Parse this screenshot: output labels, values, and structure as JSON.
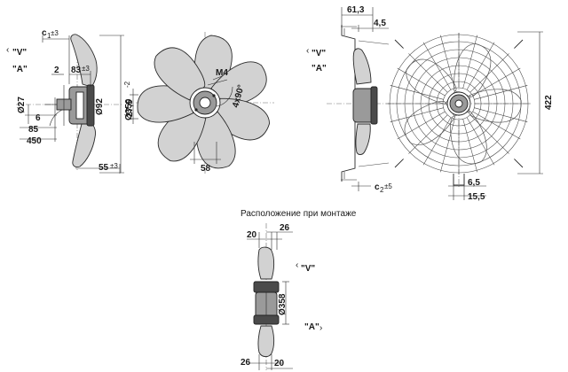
{
  "labels": {
    "c1": "c",
    "c1_sub": "1",
    "c1_tol": "±3",
    "V_left": "\"V\"",
    "A_left": "\"A\"",
    "dim_2": "2",
    "dim_83": "83",
    "dim_83_tol": "±3",
    "dim_27": "Ø27",
    "dim_6": "6",
    "dim_85": "85",
    "dim_450": "450",
    "dim_92": "Ø92",
    "dim_350": "Ø350",
    "dim_350_tol": "-2",
    "dim_55": "55",
    "dim_55_tol": "±3",
    "dim_27_5": "27,5",
    "dim_M4": "M4",
    "dim_4x90": "4x90°",
    "dim_58": "58",
    "dim_61_3": "61,3",
    "dim_4_5": "4,5",
    "V_right": "\"V\"",
    "A_right": "\"A\"",
    "c2": "c",
    "c2_sub": "2",
    "c2_tol": "±5",
    "dim_6_5": "6,5",
    "dim_15_5": "15,5",
    "dim_422": "422",
    "mounting_title": "Расположение при монтаже",
    "dim_20_top": "20",
    "dim_26_top": "26",
    "V_bottom": "\"V\"",
    "A_bottom": "\"A\"",
    "dim_358": "Ø358",
    "dim_26_bot": "26",
    "dim_20_bot": "20"
  }
}
